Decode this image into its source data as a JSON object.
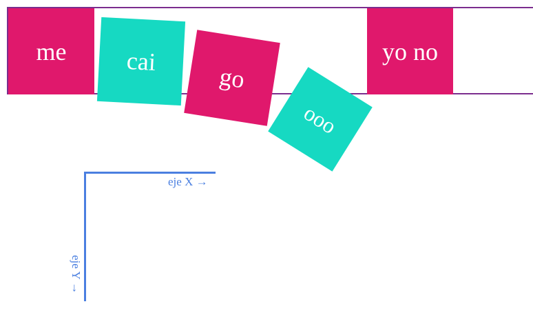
{
  "colors": {
    "magenta": "#e0186c",
    "teal": "#16d9c2",
    "border": "#7b2d8e",
    "axis": "#4a7fe0"
  },
  "tiles": [
    {
      "id": "me",
      "label": "me",
      "color": "magenta"
    },
    {
      "id": "cai",
      "label": "cai",
      "color": "teal"
    },
    {
      "id": "go",
      "label": "go",
      "color": "magenta"
    },
    {
      "id": "ooo",
      "label": "ooo",
      "color": "teal"
    },
    {
      "id": "yo-no",
      "label": "yo no",
      "color": "magenta"
    }
  ],
  "axes": {
    "x_label": "eje X →",
    "y_label": "eje Y →"
  }
}
